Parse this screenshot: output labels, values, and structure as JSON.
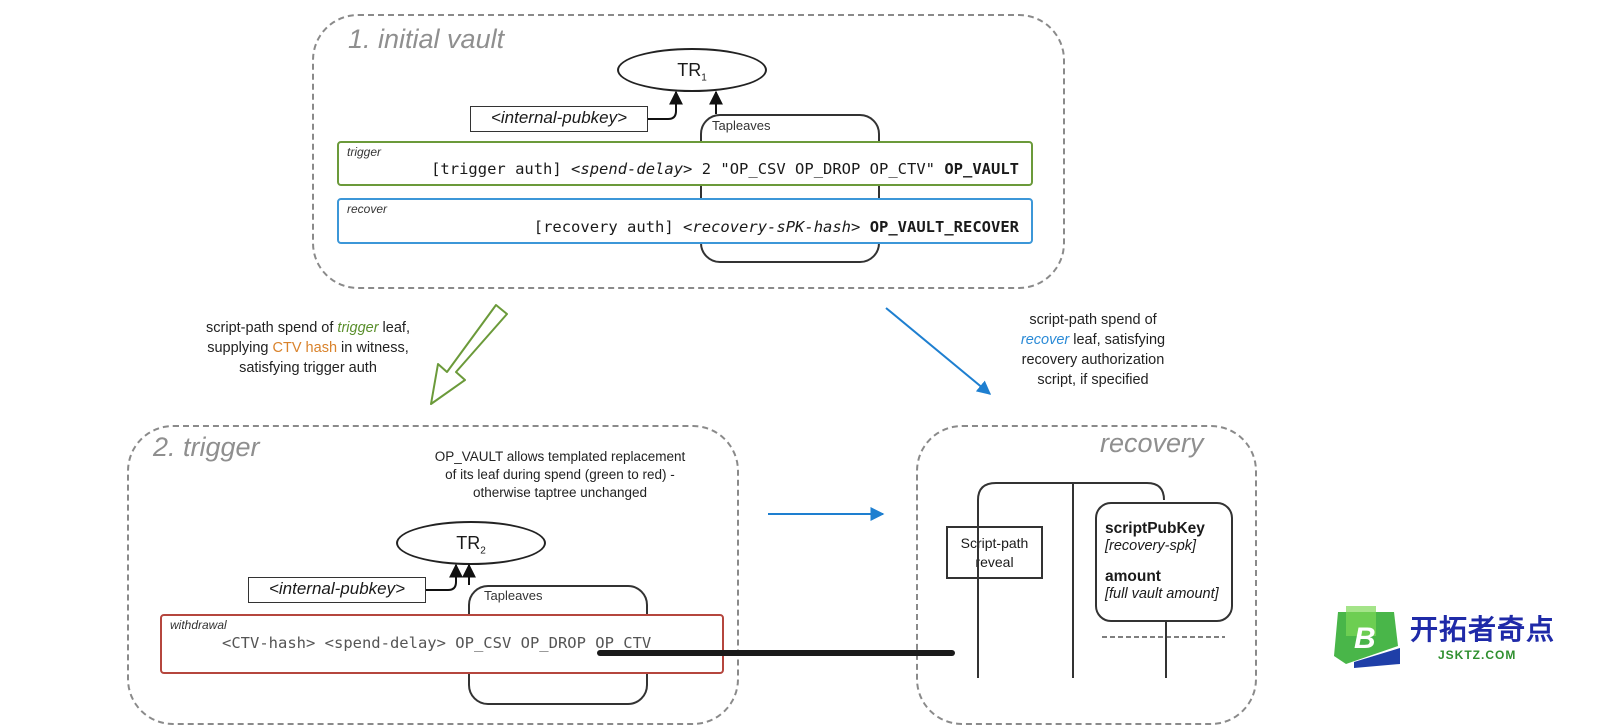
{
  "vault": {
    "title": "1. initial vault",
    "tr_label": "TR",
    "tr_sub": "1",
    "internal_pubkey": "<internal-pubkey>",
    "tapleaves_label": "Tapleaves",
    "trigger": {
      "label": "trigger",
      "script_pre": "[trigger auth] <",
      "script_var": "spend-delay",
      "script_mid": "> 2 \"OP_CSV OP_DROP OP_CTV\" ",
      "script_op": "OP_VAULT",
      "color": "#6b9a3a"
    },
    "recover": {
      "label": "recover",
      "script_pre": "[recovery auth] <",
      "script_var": "recovery-sPK-hash",
      "script_mid": "> ",
      "script_op": "OP_VAULT_RECOVER",
      "color": "#3c97d8"
    }
  },
  "notes": {
    "left_1a": "script-path spend of ",
    "left_1b": "trigger",
    "left_1c": " leaf,",
    "left_2a": "supplying ",
    "left_2b": "CTV hash",
    "left_2c": " in witness,",
    "left_3": "satisfying trigger auth",
    "right_1": "script-path spend of",
    "right_2a": "recover",
    "right_2b": " leaf, satisfying",
    "right_3": "recovery authorization",
    "right_4": "script, if specified",
    "trigger_1": "OP_VAULT allows templated replacement",
    "trigger_2": "of its leaf during spend (green to red) -",
    "trigger_3": "otherwise taptree unchanged"
  },
  "trigger_section": {
    "title": "2. trigger",
    "tr_label": "TR",
    "tr_sub": "2",
    "internal_pubkey": "<internal-pubkey>",
    "tapleaves_label": "Tapleaves",
    "withdrawal_label": "withdrawal",
    "withdrawal_script": "<CTV-hash> <spend-delay> OP_CSV OP_DROP OP_CTV",
    "withdrawal_color": "#b5463e"
  },
  "recovery_section": {
    "title": "recovery",
    "reveal_line1": "Script-path",
    "reveal_line2": "reveal",
    "spk_key": "scriptPubKey",
    "spk_value": "[recovery-spk]",
    "amount_key": "amount",
    "amount_value": "[full vault amount]"
  },
  "watermark": {
    "text": "开拓者奇点",
    "sub": "JSKTZ.COM",
    "letter": "B"
  }
}
